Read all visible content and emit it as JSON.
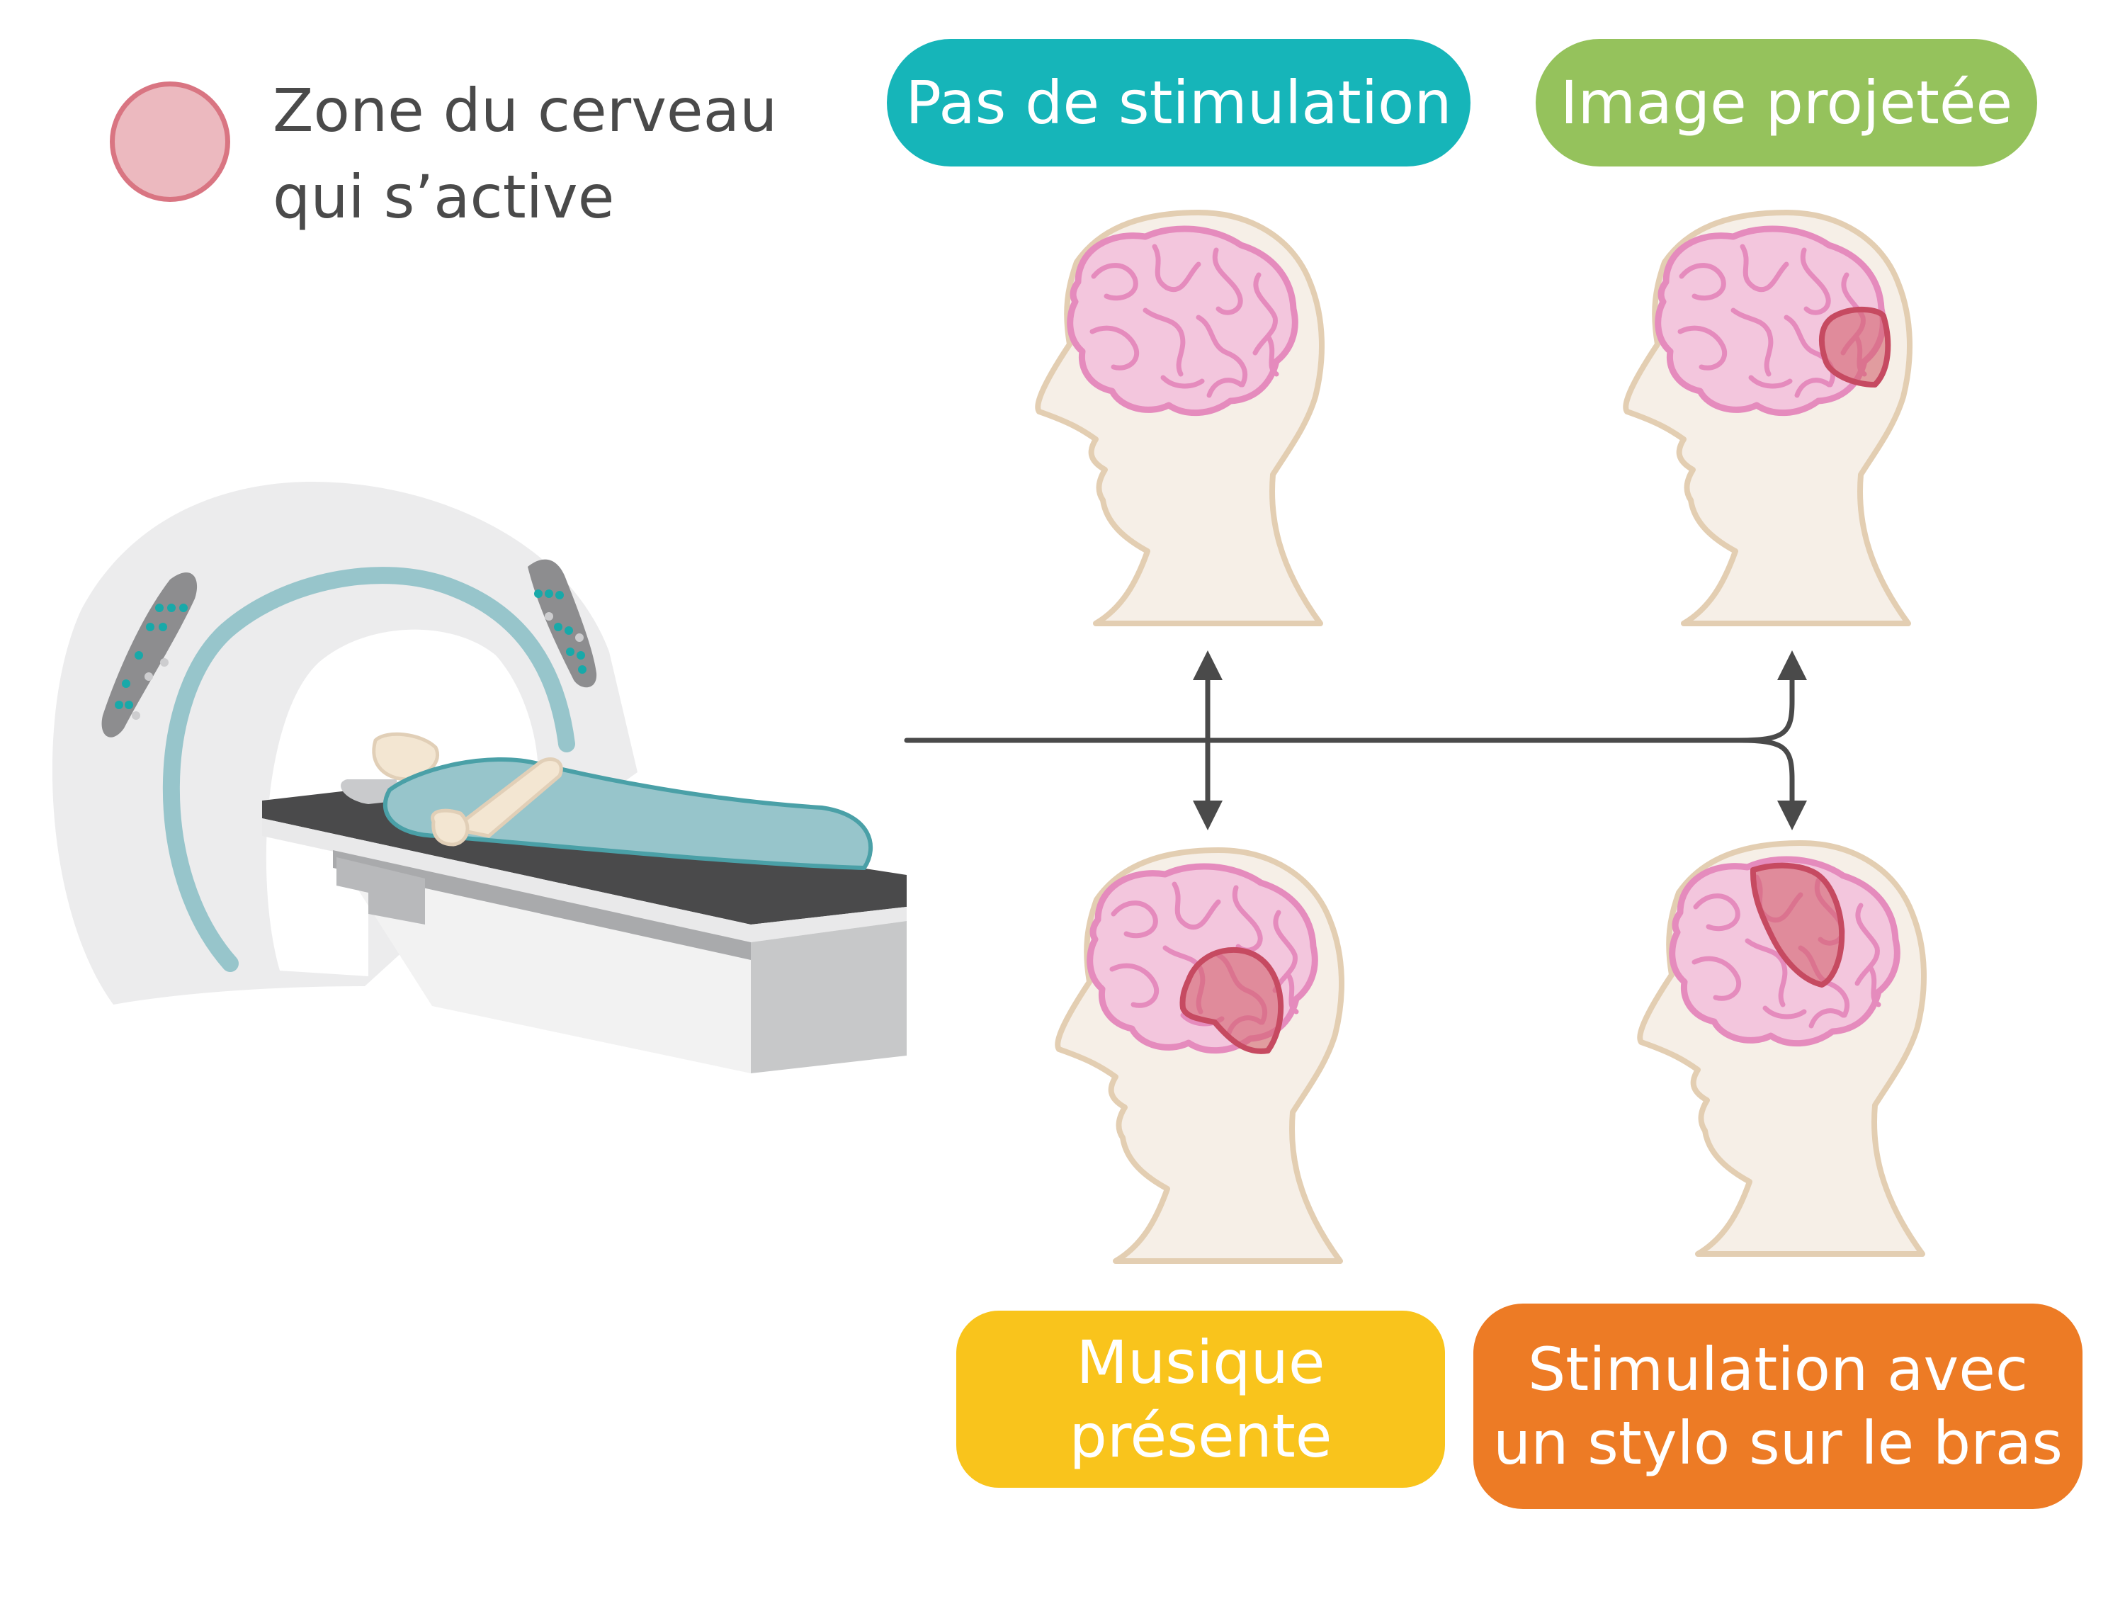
{
  "legend": {
    "line1": "Zone du cerveau",
    "line2": "qui s’active",
    "swatch_color": "#ecb9bf"
  },
  "conditions": {
    "no_stimulation": "Pas de stimulation",
    "image": "Image projetée",
    "music_line1": "Musique",
    "music_line2": "présente",
    "stylo_line1": "Stimulation avec",
    "stylo_line2": "un stylo sur le bras"
  },
  "colors": {
    "teal": "#16b5b9",
    "green": "#95c25c",
    "yellow": "#f9c41c",
    "orange": "#ed7b25",
    "head_fill": "#f6efe7",
    "head_stroke": "#e3ceb2",
    "brain": "#f3c6dd",
    "active_zone": "#d3646f",
    "arrow": "#4a4a4a"
  }
}
